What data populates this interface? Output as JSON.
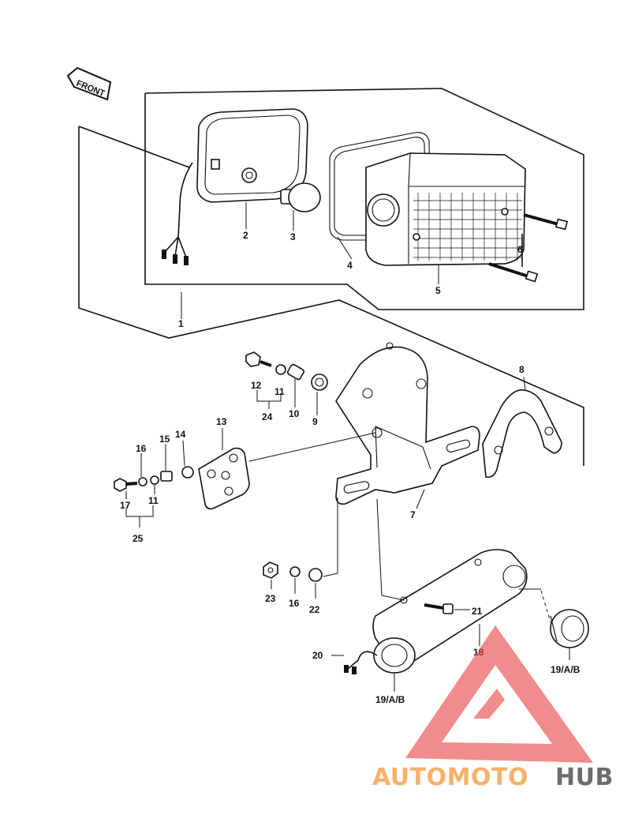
{
  "front_tag": "FRONT",
  "labels": {
    "l1": "1",
    "l2": "2",
    "l3": "3",
    "l4": "4",
    "l5": "5",
    "l6": "6",
    "l7": "7",
    "l8": "8",
    "l9": "9",
    "l10": "10",
    "l11a": "11",
    "l11b": "11",
    "l12": "12",
    "l13": "13",
    "l14": "14",
    "l15": "15",
    "l16a": "16",
    "l16b": "16",
    "l17": "17",
    "l18": "18",
    "l19a": "19/A/B",
    "l19b": "19/A/B",
    "l20": "20",
    "l21": "21",
    "l22": "22",
    "l23": "23",
    "l24": "24",
    "l25": "25"
  },
  "watermark": {
    "part1": "AUTOMOTO",
    "part2": "HUB",
    "color1": "#f6b26b",
    "color2": "#6d6d6d",
    "logo_color": "#e94b4b"
  }
}
